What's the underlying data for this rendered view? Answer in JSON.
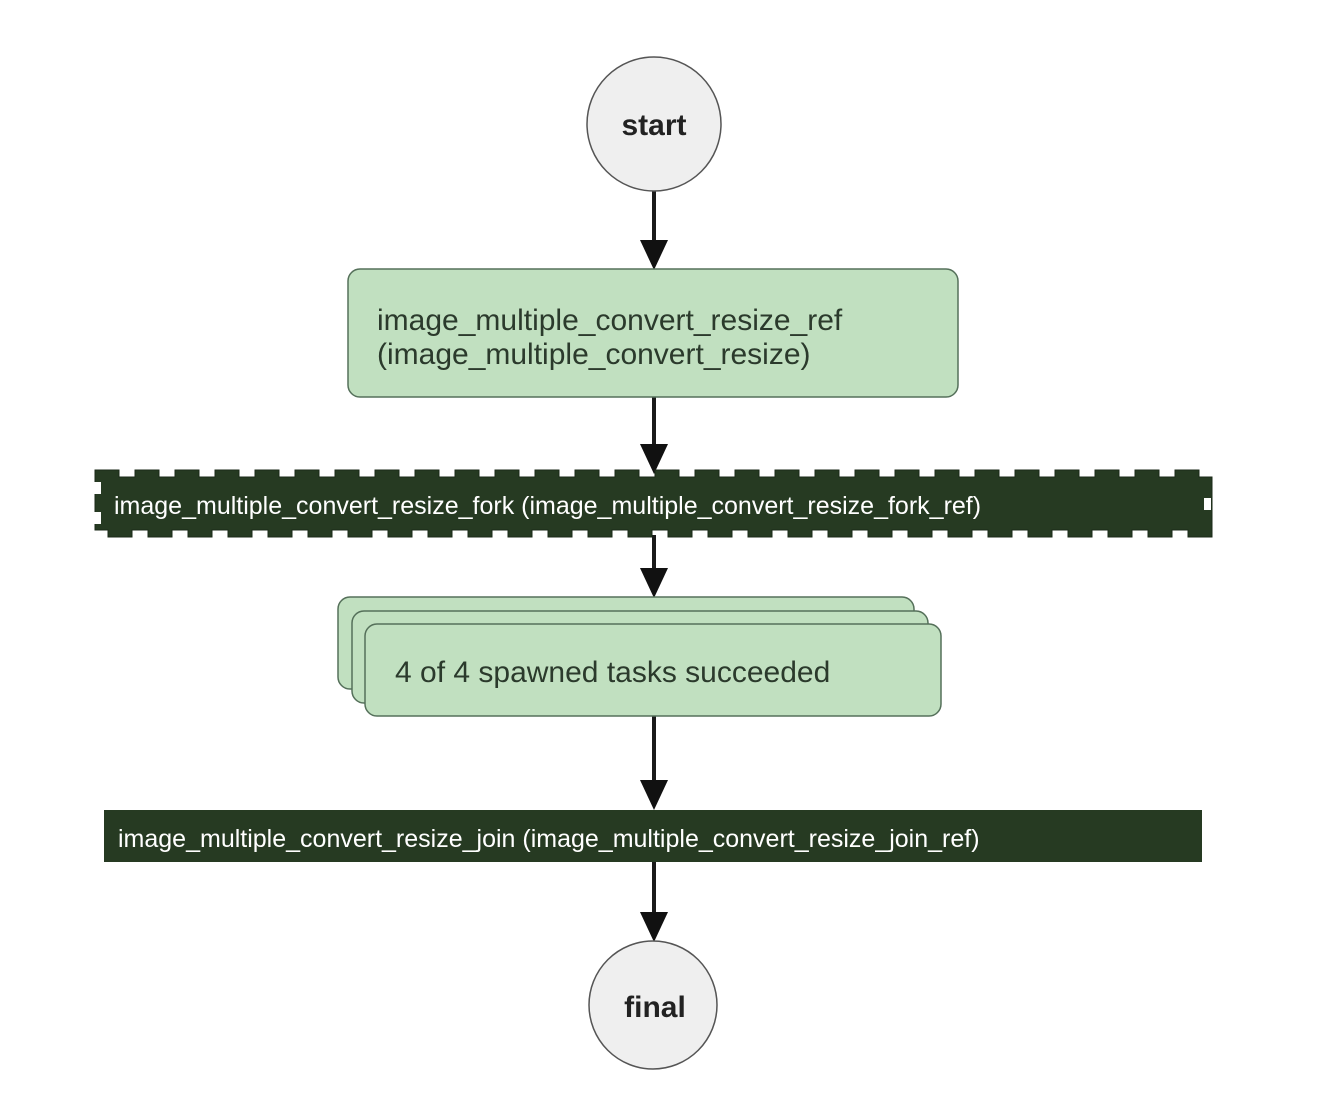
{
  "diagram": {
    "type": "workflow",
    "colors": {
      "task_fill": "#c1e0c0",
      "task_stroke": "#55705a",
      "task_text": "#2b3a2c",
      "bar_fill": "#263a22",
      "bar_text": "#ffffff",
      "terminal_fill": "#efefef",
      "terminal_stroke": "#555555",
      "edge": "#1a1a1a"
    },
    "nodes": [
      {
        "id": "start",
        "kind": "terminal",
        "label": "start"
      },
      {
        "id": "task",
        "kind": "task",
        "lines": [
          "image_multiple_convert_resize_ref",
          "(image_multiple_convert_resize)"
        ]
      },
      {
        "id": "fork",
        "kind": "fork",
        "label": "image_multiple_convert_resize_fork (image_multiple_convert_resize_fork_ref)"
      },
      {
        "id": "spawned",
        "kind": "dynamic-tasks",
        "label": "4 of 4 spawned tasks succeeded",
        "succeeded": 4,
        "total": 4
      },
      {
        "id": "join",
        "kind": "join",
        "label": "image_multiple_convert_resize_join (image_multiple_convert_resize_join_ref)"
      },
      {
        "id": "final",
        "kind": "terminal",
        "label": "final"
      }
    ],
    "edges": [
      {
        "from": "start",
        "to": "task"
      },
      {
        "from": "task",
        "to": "fork"
      },
      {
        "from": "fork",
        "to": "spawned"
      },
      {
        "from": "spawned",
        "to": "join"
      },
      {
        "from": "join",
        "to": "final"
      }
    ]
  }
}
